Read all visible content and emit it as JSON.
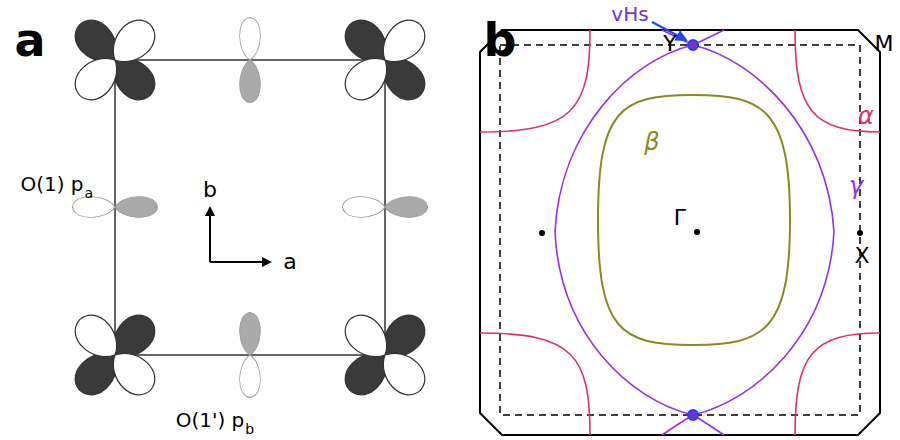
{
  "diagram": {
    "labels": [
      "a",
      "b",
      "b",
      "a",
      "O(1) p",
      "a",
      "O(1') p",
      "b",
      "vHs",
      "Y",
      "M",
      "α",
      "β",
      "γ",
      "Γ",
      "X"
    ]
  }
}
